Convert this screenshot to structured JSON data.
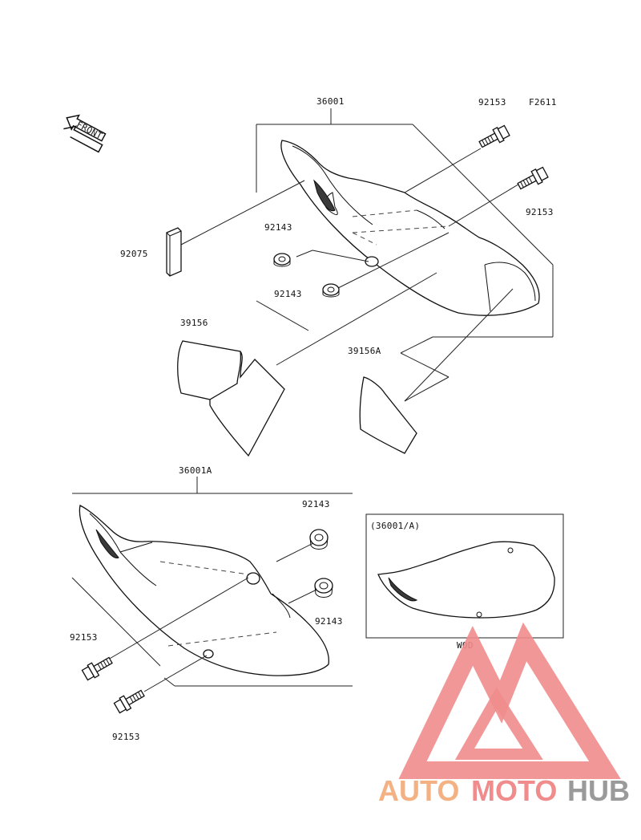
{
  "diagram": {
    "figure_code": "F2611",
    "front_indicator": "FRONT",
    "labels": {
      "p36001": "36001",
      "p36001A": "36001A",
      "p92153_top1": "92153",
      "p92153_top2": "92153",
      "p92075": "92075",
      "p92143_top1": "92143",
      "p92143_top2": "92143",
      "p39156": "39156",
      "p39156A": "39156A",
      "p92143_bot1": "92143",
      "p92143_bot2": "92143",
      "p92153_bot1": "92153",
      "p92153_bot2": "92153"
    },
    "inset": {
      "title": "(36001/A)",
      "caption": "WOD"
    }
  },
  "watermark": {
    "text_part1": "AUTO",
    "text_part2": "MOTO",
    "text_part3": "HUB",
    "colors": {
      "orange": "#f4b183",
      "red": "#f08c8c",
      "gray": "#9a9a9a"
    }
  }
}
